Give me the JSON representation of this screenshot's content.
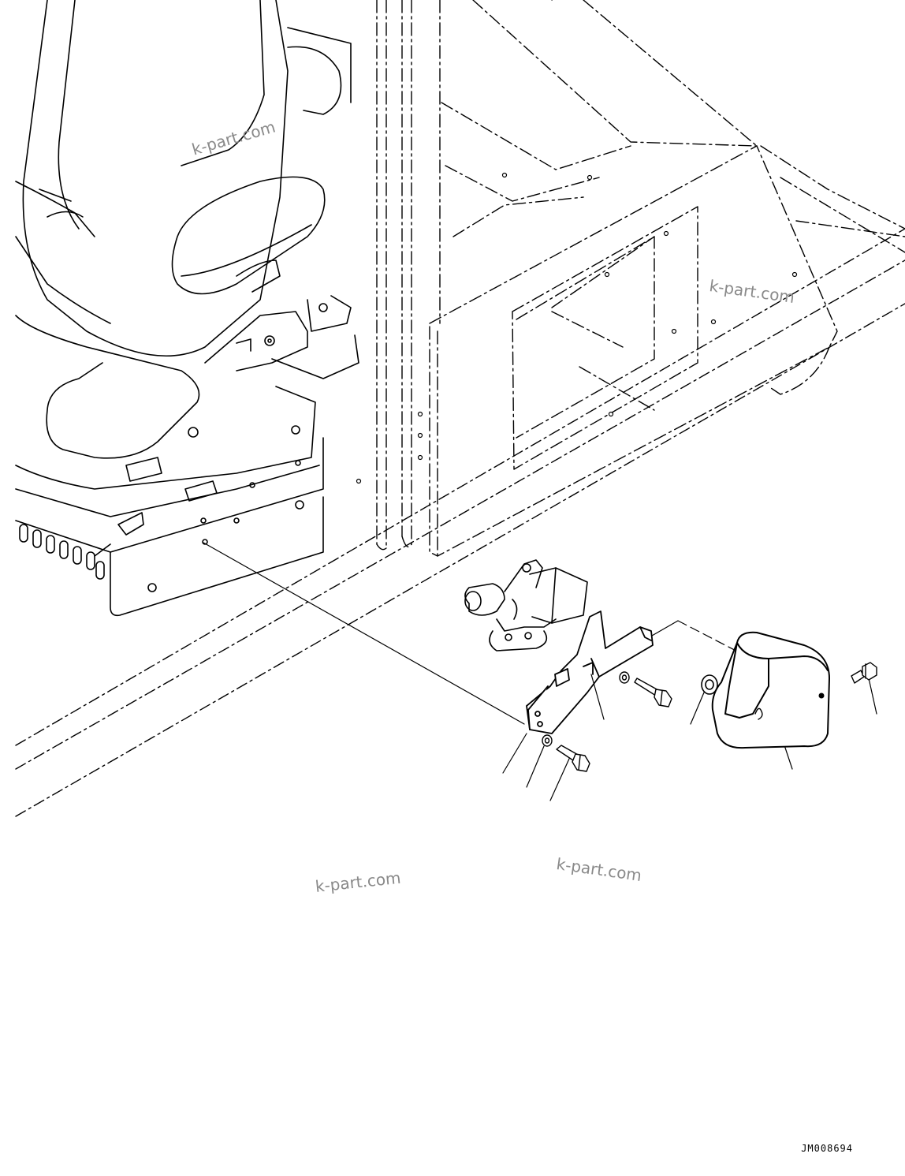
{
  "drawing": {
    "id": "JM008694",
    "line_color": "#000000",
    "background": "#ffffff"
  },
  "watermarks": [
    {
      "text": "k-part.com"
    },
    {
      "text": "k-part.com"
    },
    {
      "text": "k-part.com"
    },
    {
      "text": "k-part.com"
    }
  ]
}
